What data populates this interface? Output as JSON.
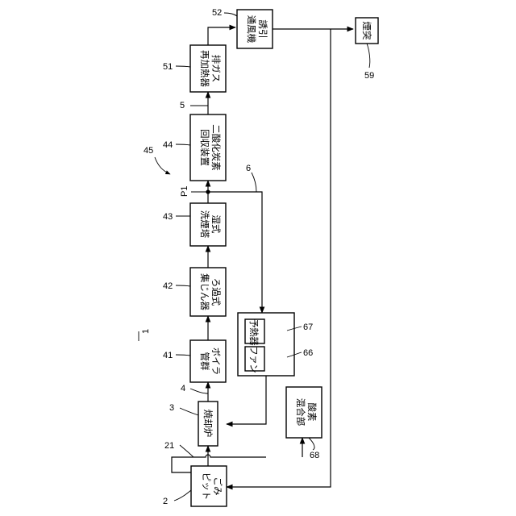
{
  "figure_number": "1",
  "blocks": {
    "gomi_pit": {
      "ref": "2",
      "lines": [
        "ごみ",
        "ピット"
      ]
    },
    "incinerator": {
      "ref": "3",
      "lines": [
        "焼却炉"
      ]
    },
    "boiler": {
      "ref": "41",
      "lines": [
        "ボイラ",
        "管群"
      ]
    },
    "filter": {
      "ref": "42",
      "lines": [
        "ろ過式",
        "集じん器"
      ]
    },
    "scrubber": {
      "ref": "43",
      "lines": [
        "湿式",
        "洗煙塔"
      ]
    },
    "co2": {
      "ref": "44",
      "lines": [
        "二酸化炭素",
        "回収装置"
      ]
    },
    "reheater": {
      "ref": "51",
      "lines": [
        "排ガス",
        "再加熱器"
      ]
    },
    "fan_induced": {
      "ref": "52",
      "lines": [
        "誘引",
        "通風機"
      ]
    },
    "chimney": {
      "ref": "59",
      "lines": [
        "煙突"
      ]
    },
    "oxygen_mix": {
      "ref": "68",
      "lines": [
        "酸素",
        "混合部"
      ]
    },
    "preheater": {
      "ref": "67",
      "lines": [
        "予",
        "熱",
        "器"
      ]
    },
    "fan": {
      "ref": "66",
      "lines": [
        "フ",
        "ァ",
        "ン"
      ]
    }
  },
  "references": {
    "line_21": "21",
    "line_4": "4",
    "system_45": "45",
    "line_5": "5",
    "line_6": "6",
    "point_p1": "P1"
  }
}
